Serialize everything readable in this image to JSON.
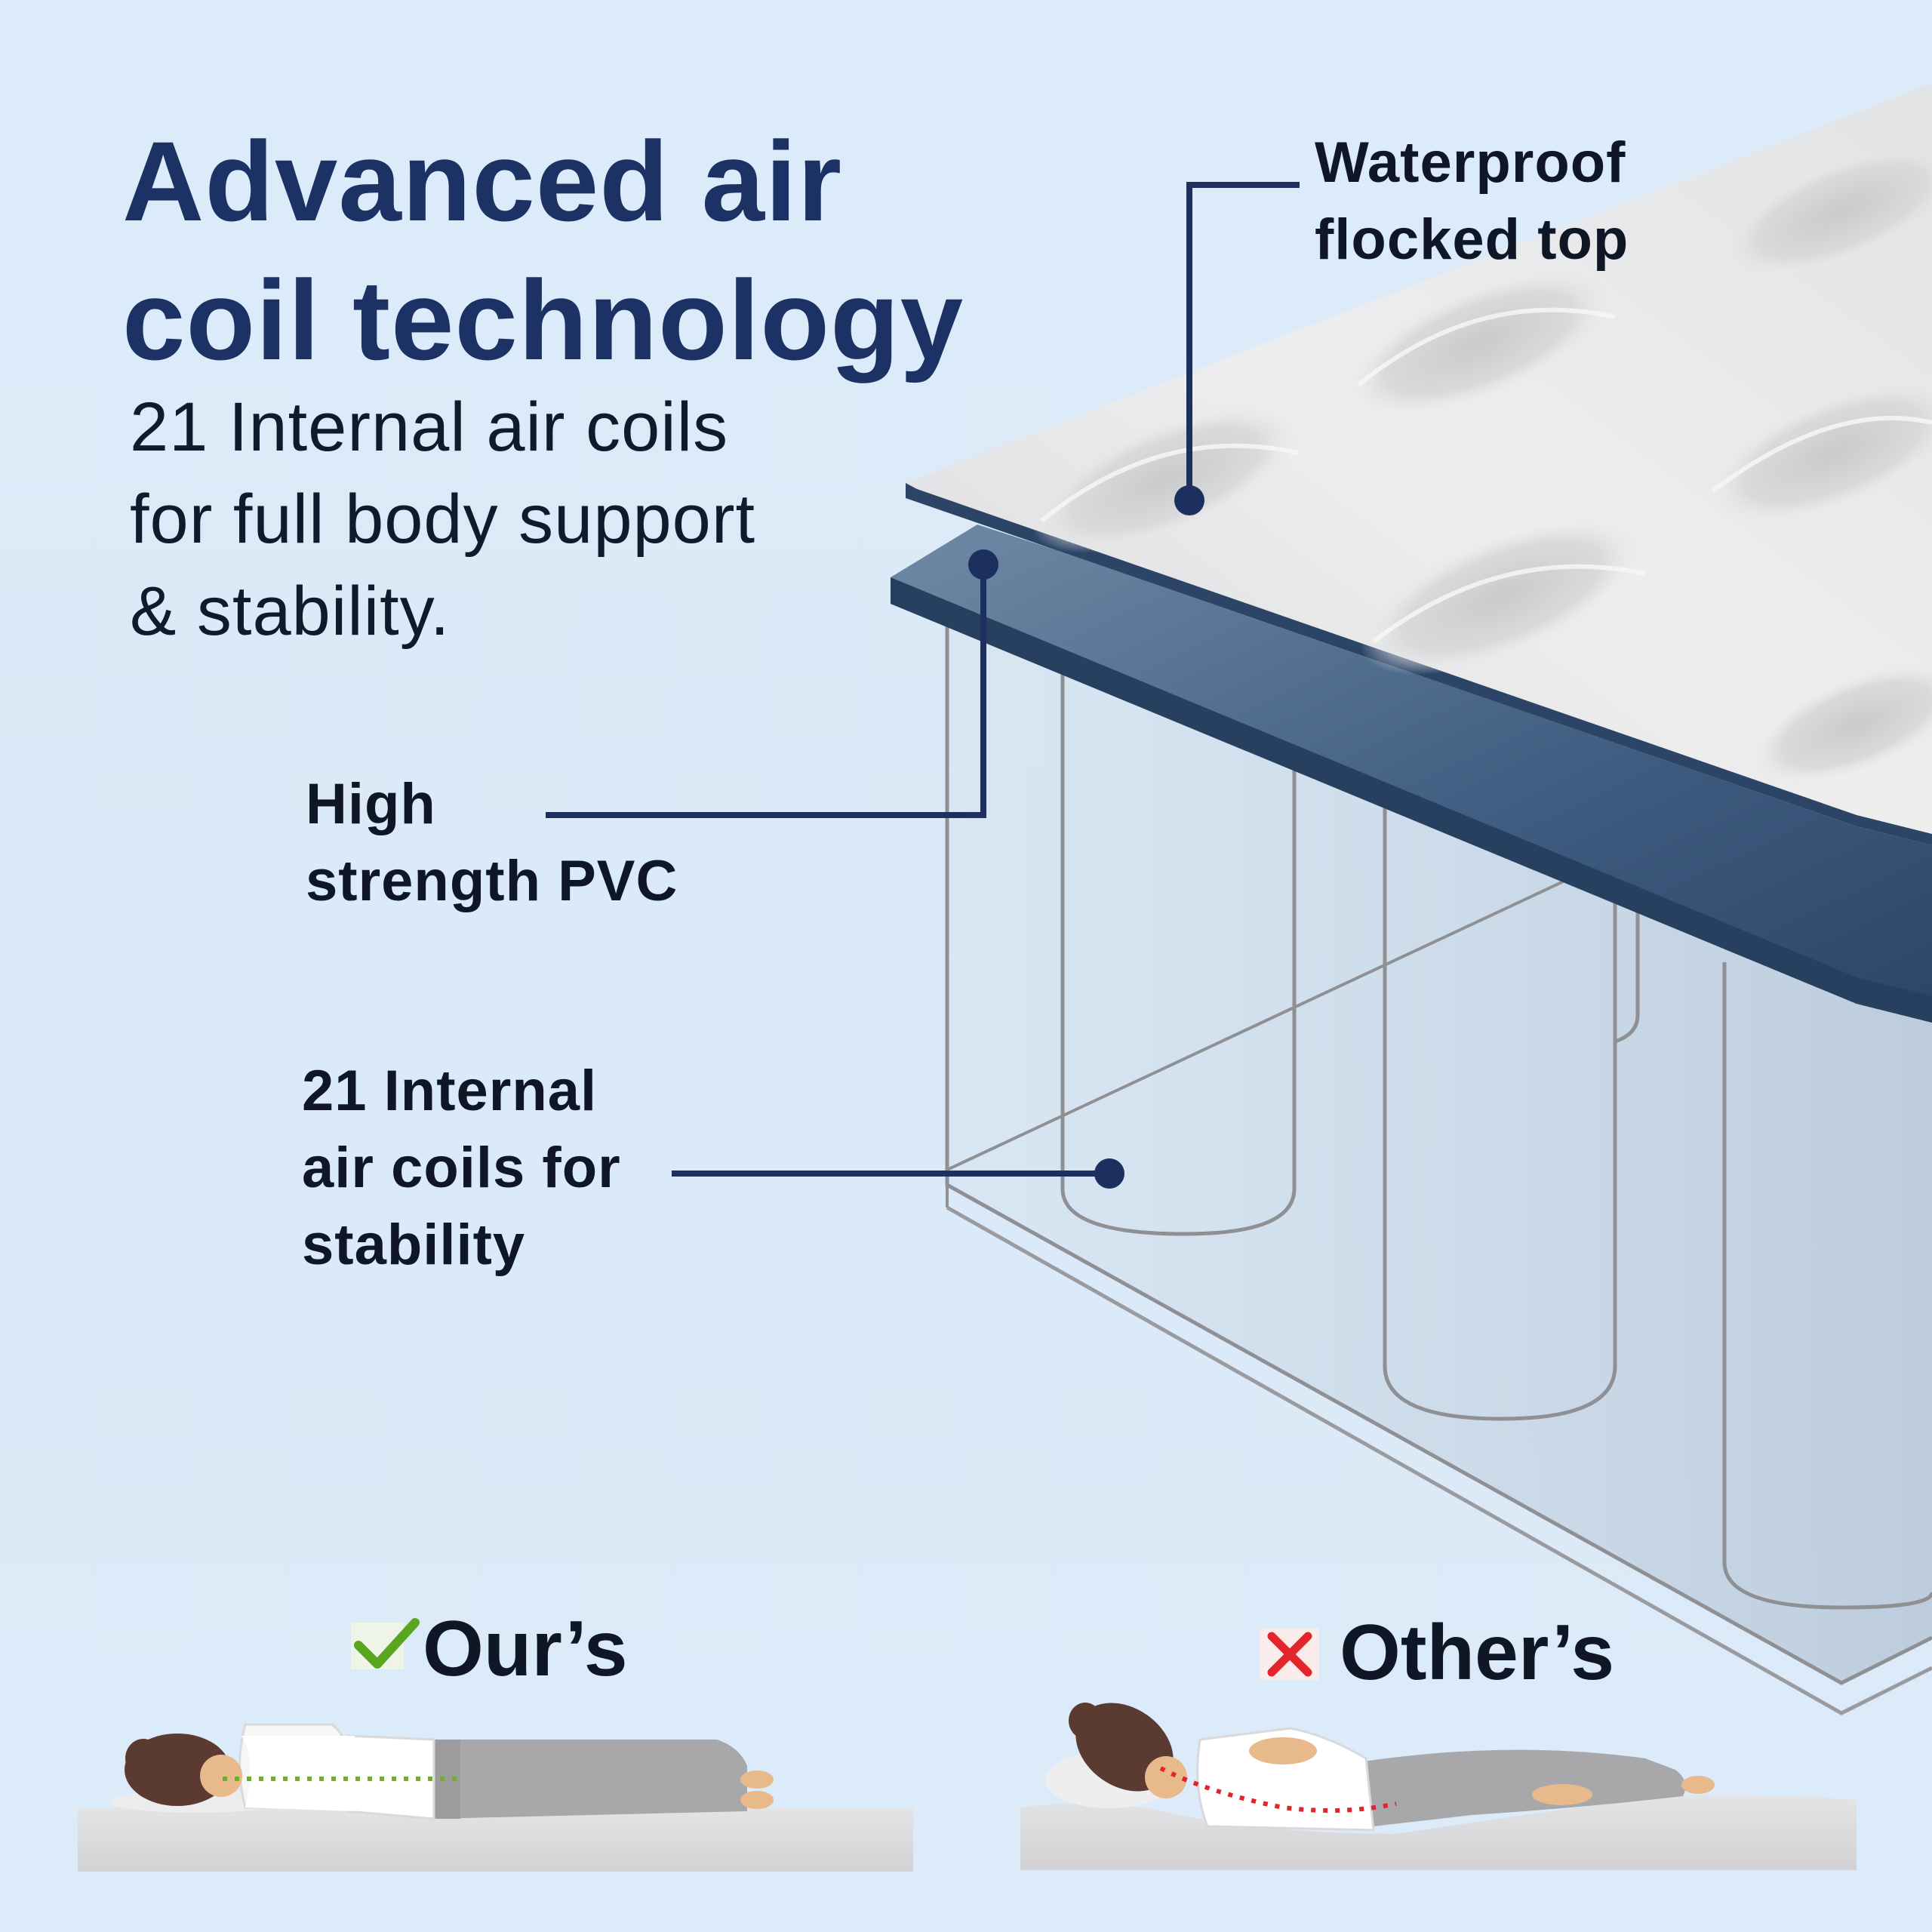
{
  "headline": {
    "title_line1": "Advanced air",
    "title_line2": "coil technology",
    "subtitle_line1": "21 Internal air coils",
    "subtitle_line2": "for full body support",
    "subtitle_line3": "& stability."
  },
  "callouts": {
    "top_line1": "Waterproof",
    "top_line2": "flocked top",
    "pvc_line1": "High",
    "pvc_line2": "strength PVC",
    "coil_line1": "21 Internal",
    "coil_line2": "air coils for",
    "coil_line3": "stability"
  },
  "comparison": {
    "ours_label": "Our’s",
    "others_label": "Other’s"
  },
  "colors": {
    "background": "#dcebf8",
    "navy": "#1d3264",
    "pvc_blue": "#2f4d70",
    "check_green": "#5aa51e",
    "cross_red": "#e3262c"
  }
}
